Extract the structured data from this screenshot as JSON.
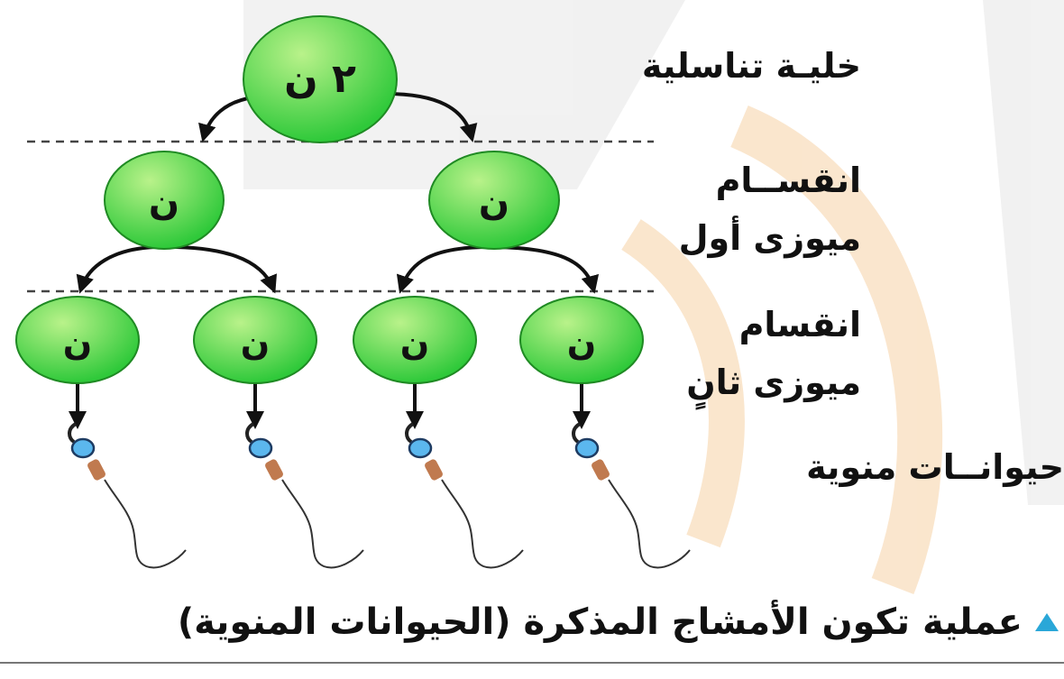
{
  "labels": {
    "germ_cell": "خليـة تناسلية",
    "meiosis1_line1": "انقســام",
    "meiosis1_line2": "ميوزى أول",
    "meiosis2_line1": "انقسام",
    "meiosis2_line2": "ميوزى ثانٍ",
    "sperm": "حيوانــات منوية"
  },
  "cells": {
    "parent": "٢ ن",
    "first_division": [
      "ن",
      "ن"
    ],
    "second_division": [
      "ن",
      "ن",
      "ن",
      "ن"
    ]
  },
  "caption": "عملية تكون الأمشاج المذكرة (الحيوانات المنوية)",
  "colors": {
    "cell_fill": "#2fc93a",
    "cell_light": "#b9f28a",
    "cell_stroke": "#1f8a23",
    "arrow": "#111111",
    "dashed_line": "#444444",
    "sperm_head": "#5bb7ee",
    "sperm_midpiece": "#c07a4f",
    "watermark": "#e7e7e7",
    "watermark_warm": "#f6d2a6",
    "caption_marker": "#2aa7d8"
  },
  "icons": {
    "caption_marker": "blue-triangle-icon",
    "sperm": "sperm-cell-icon"
  }
}
